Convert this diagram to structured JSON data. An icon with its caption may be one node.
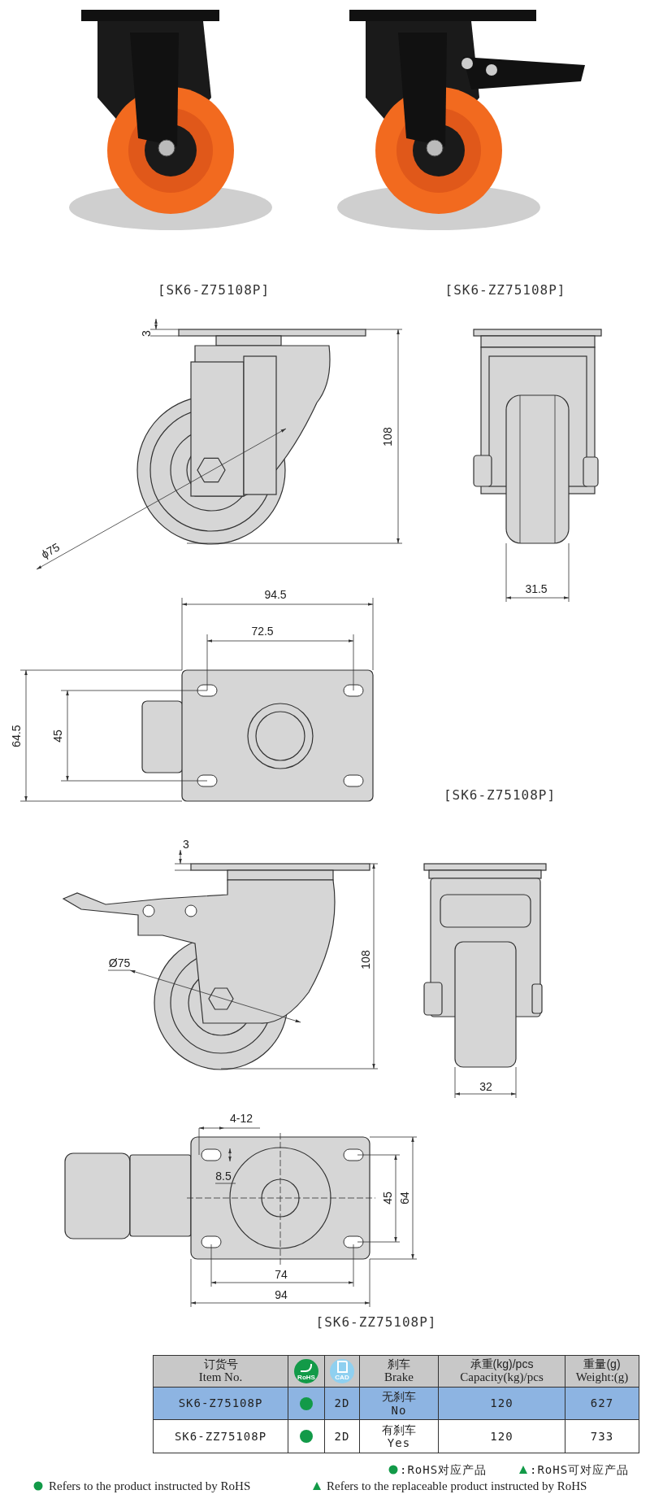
{
  "diagram": {
    "labels": [
      "[SK6-Z75108P]",
      "[SK6-ZZ75108P]",
      "3",
      "108",
      "ϕ75",
      "31.5",
      "94.5",
      "72.5",
      "64.5",
      "45",
      "[SK6-Z75108P]",
      "3",
      "Ø75",
      "108",
      "32",
      "4-12",
      "8.5",
      "45",
      "64",
      "74",
      "94",
      "[SK6-ZZ75108P]",
      "订货号",
      "Item No.",
      "RoHS",
      "CAD",
      "刹车",
      "Brake",
      "承重(kg)/pcs",
      "Capacity(kg)/pcs",
      "重量(g)",
      "Weight:(g)",
      "SK6-Z75108P",
      "2D",
      "无刹车",
      "No",
      "120",
      "627",
      "SK6-ZZ75108P",
      "2D",
      "有刹车",
      "Yes",
      "120",
      "733"
    ],
    "legend": [
      {
        "text": ":RoHS对应产品"
      },
      {
        "text": ":RoHS可对应产品"
      },
      {
        "text": "Refers to the product instructed by RoHS"
      },
      {
        "text": "Refers to the replaceable product instructed by RoHS"
      }
    ]
  }
}
